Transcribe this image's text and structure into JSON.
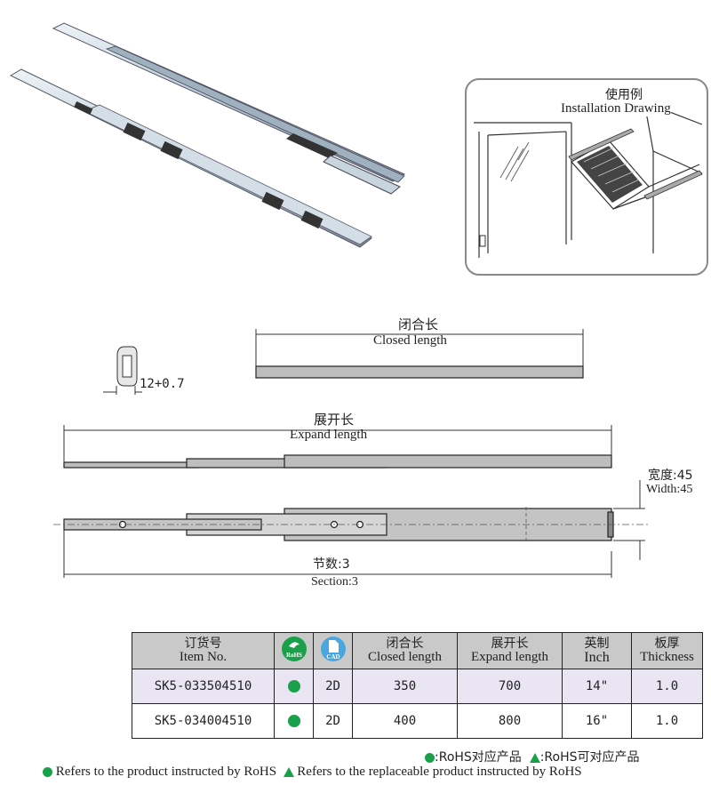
{
  "install": {
    "title_cn": "使用例",
    "title_en": "Installation Drawing"
  },
  "dims": {
    "closed_cn": "闭合长",
    "closed_en": "Closed length",
    "profile": "12+0.7",
    "expand_cn": "展开长",
    "expand_en": "Expand length",
    "width_cn": "宽度:45",
    "width_en": "Width:45",
    "section_cn": "节数:3",
    "section_en": "Section:3"
  },
  "table": {
    "headers": {
      "item_cn": "订货号",
      "item_en": "Item No.",
      "rohs": "RoHS",
      "cad": "CAD",
      "closed_cn": "闭合长",
      "closed_en": "Closed length",
      "expand_cn": "展开长",
      "expand_en": "Expand length",
      "inch_cn": "英制",
      "inch_en": "Inch",
      "thick_cn": "板厚",
      "thick_en": "Thickness"
    },
    "rows": [
      {
        "item": "SK5-033504510",
        "cad": "2D",
        "closed": "350",
        "expand": "700",
        "inch": "14\"",
        "thickness": "1.0"
      },
      {
        "item": "SK5-034004510",
        "cad": "2D",
        "closed": "400",
        "expand": "800",
        "inch": "16\"",
        "thickness": "1.0"
      }
    ]
  },
  "legend": {
    "cn_dot": ":RoHS对应产品",
    "cn_tri": ":RoHS可对应产品",
    "en_dot": "Refers to the product instructed by RoHS",
    "en_tri": "Refers to the replaceable product instructed by RoHS"
  },
  "colors": {
    "rohs_green": "#1aa04a",
    "header_gray": "#c9c9c9",
    "row_tint": "#e9e5f3",
    "cad_blue": "#4aa6de"
  }
}
